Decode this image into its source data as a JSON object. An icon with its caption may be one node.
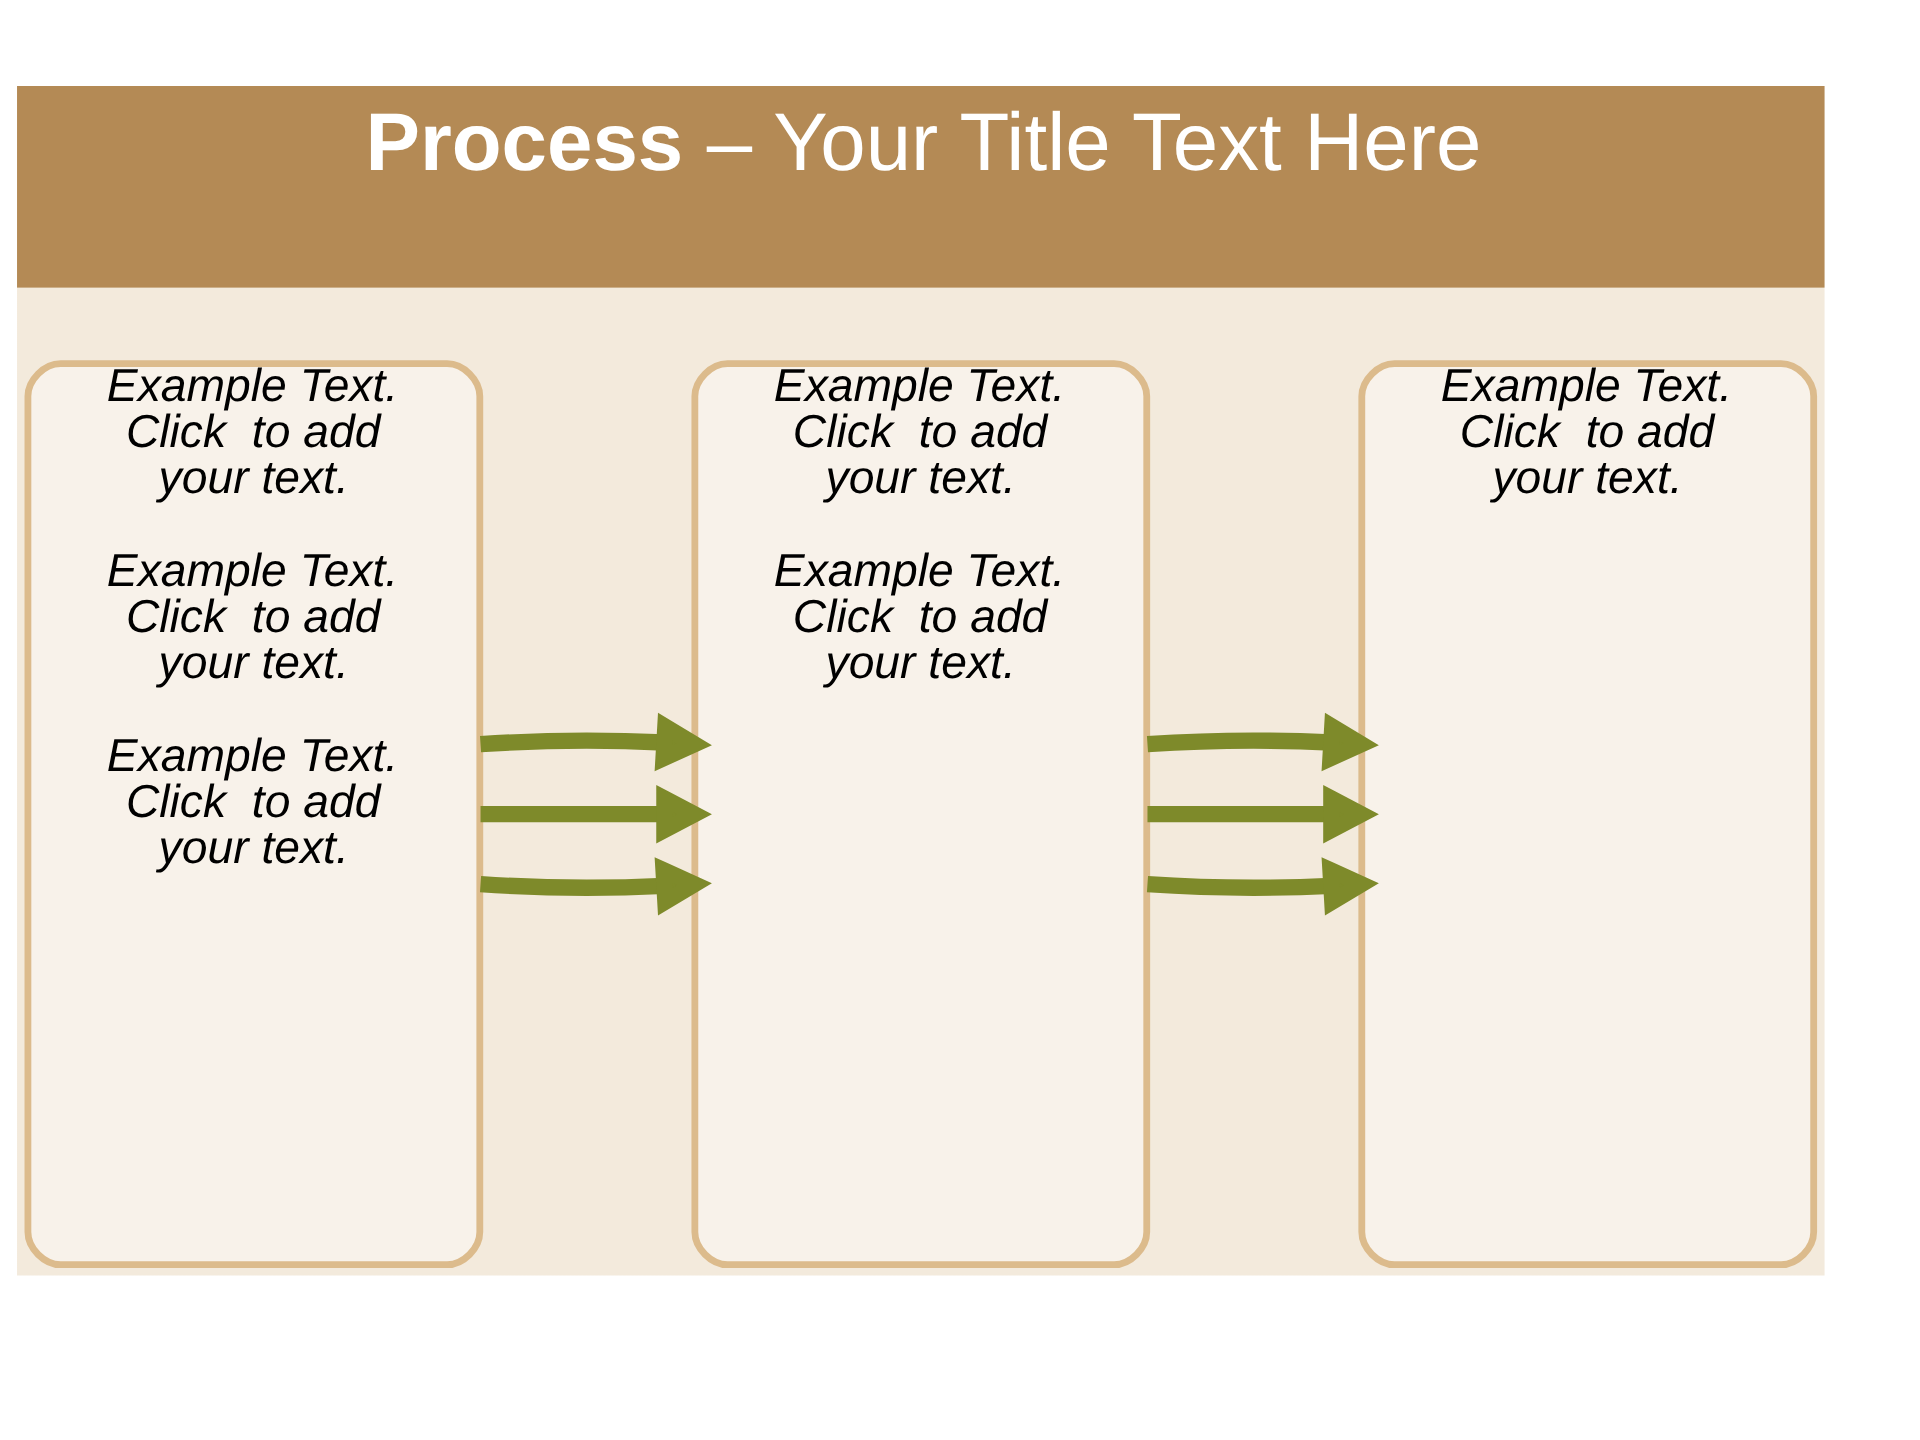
{
  "diagram": {
    "title": "**Process** – Your Title Text Here",
    "nodes": [
      {
        "text": [
          "Example Text. Click  to add your text.",
          "Example Text. Click  to add your text.",
          "Example Text. Click  to add your text."
        ]
      },
      {
        "text": [
          "Example Text. Click  to add your text.",
          "Example Text. Click  to add your text."
        ]
      },
      {
        "text": [
          "Example Text. Click  to add your text."
        ]
      }
    ],
    "edges": [
      {
        "from": 0,
        "to": 1,
        "arrow": "to"
      },
      {
        "from": 0,
        "to": 1,
        "arrow": "to"
      },
      {
        "from": 0,
        "to": 1,
        "arrow": "to"
      },
      {
        "from": 1,
        "to": 2,
        "arrow": "to"
      },
      {
        "from": 1,
        "to": 2,
        "arrow": "to"
      },
      {
        "from": 1,
        "to": 2,
        "arrow": "to"
      }
    ]
  }
}
